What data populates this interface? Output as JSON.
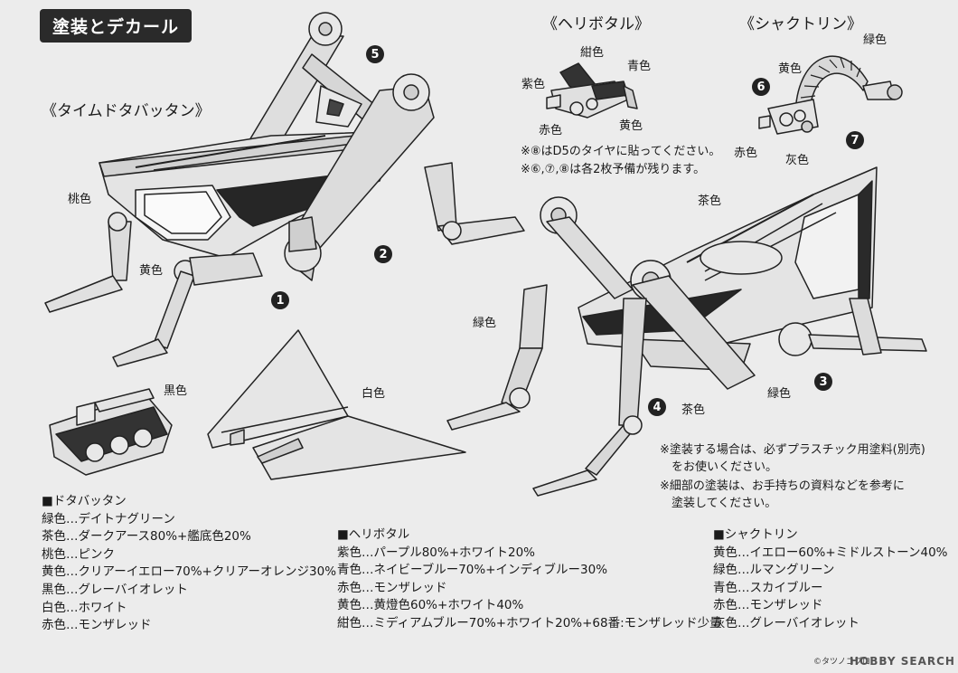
{
  "header": {
    "title": "塗装とデカール"
  },
  "sections": {
    "time_dotabattan": "《タイムドタバッタン》",
    "heribotaru": "《ヘリボタル》",
    "shakutorin": "《シャクトリン》"
  },
  "labels": {
    "momo1": "桃色",
    "kiiro1": "黄色",
    "kuro1": "黒色",
    "shiro1": "白色",
    "midori1": "緑色",
    "cha1": "茶色",
    "cha2": "茶色",
    "midori2": "緑色",
    "heri_kon": "紺色",
    "heri_murasaki": "紫色",
    "heri_ao": "青色",
    "heri_aka": "赤色",
    "heri_kiiro": "黄色",
    "shaku_midori": "緑色",
    "shaku_kiiro": "黄色",
    "shaku_aka": "赤色",
    "shaku_hai": "灰色"
  },
  "numbers": {
    "n1": "1",
    "n2": "2",
    "n3": "3",
    "n4": "4",
    "n5": "5",
    "n6": "6",
    "n7": "7"
  },
  "notes": {
    "decal1": "※⑧はD5のタイヤに貼ってください。",
    "decal2": "※⑥,⑦,⑧は各2枚予備が残ります。",
    "paint1a": "※塗装する場合は、必ずプラスチック用塗料(別売)",
    "paint1b": "をお使いください。",
    "paint2a": "※細部の塗装は、お手持ちの資料などを参考に",
    "paint2b": "塗装してください。"
  },
  "legend_dotabattan": {
    "title": "■ドタバッタン",
    "items": [
      "緑色…デイトナグリーン",
      "茶色…ダークアース80%+艦底色20%",
      "桃色…ピンク",
      "黄色…クリアーイエロー70%+クリアーオレンジ30%",
      "黒色…グレーバイオレット",
      "白色…ホワイト",
      "赤色…モンザレッド"
    ]
  },
  "legend_heribotaru": {
    "title": "■ヘリボタル",
    "items": [
      "紫色…パープル80%+ホワイト20%",
      "青色…ネイビーブルー70%+インディブルー30%",
      "赤色…モンザレッド",
      "黄色…黄燈色60%+ホワイト40%",
      "紺色…ミディアムブルー70%+ホワイト20%+68番:モンザレッド少量"
    ]
  },
  "legend_shakutorin": {
    "title": "■シャクトリン",
    "items": [
      "黄色…イエロー60%+ミドルストーン40%",
      "緑色…ルマングリーン",
      "青色…スカイブルー",
      "赤色…モンザレッド",
      "灰色…グレーバイオレット"
    ]
  },
  "footer": {
    "copyright": "©タツノコプロ",
    "watermark": "HOBBY SEARCH"
  }
}
